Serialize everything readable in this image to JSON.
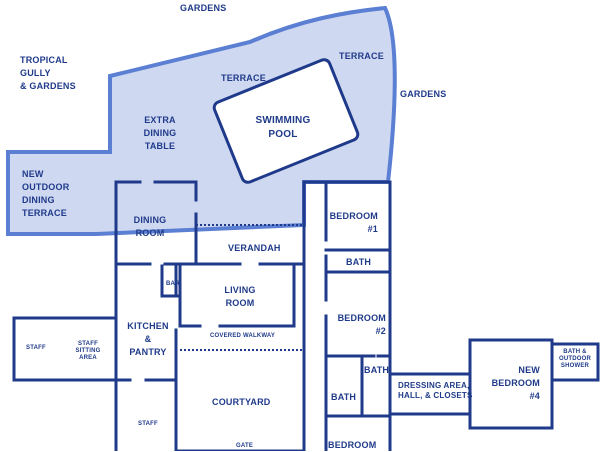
{
  "colors": {
    "wall": "#1f3a8a",
    "outdoor_fill": "#cfd8f1",
    "outdoor_edge": "#5b7fd2"
  },
  "labels": {
    "gardens_top": "GARDENS",
    "tropical_gully": "TROPICAL\nGULLY\n& GARDENS",
    "gardens_right": "GARDENS",
    "terrace_left": "TERRACE",
    "terrace_right": "TERRACE",
    "extra_dining": "EXTRA\nDINING\nTABLE",
    "swimming_pool": "SWIMMING\nPOOL",
    "new_outdoor": "NEW\nOUTDOOR\nDINING\nTERRACE",
    "dining_room": "DINING\nROOM",
    "verandah": "VERANDAH",
    "bedroom1": "BEDROOM\n#1",
    "bath1": "BATH",
    "bar": "BAR",
    "living_room": "LIVING\nROOM",
    "bedroom2": "BEDROOM\n#2",
    "staff": "STAFF",
    "staff_sitting": "STAFF\nSITTING\nAREA",
    "kitchen": "KITCHEN\n&\nPANTRY",
    "covered_walkway": "COVERED WALKWAY",
    "bath2": "BATH",
    "bath3": "BATH",
    "dressing_area": "DRESSING AREA,\nHALL, & CLOSETS",
    "new_bedroom4": "NEW\nBEDROOM\n#4",
    "bath_outdoor": "BATH &\nOUTDOOR\nSHOWER",
    "courtyard": "COURTYARD",
    "staff_lower": "STAFF",
    "gate": "GATE",
    "bedroom_bottom": "BEDROOM"
  }
}
